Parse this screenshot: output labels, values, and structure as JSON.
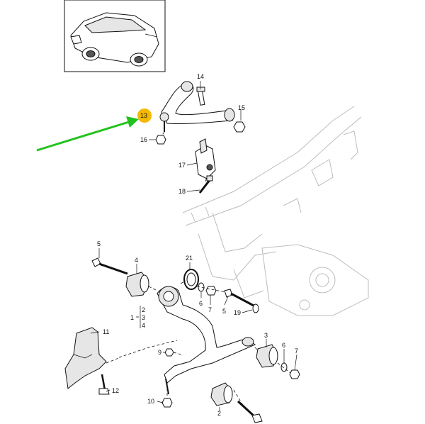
{
  "highlight_color": "#f5b800",
  "arrow_color": "#22c21e",
  "callouts": {
    "c1": "1",
    "c2": "2",
    "c3": "3",
    "c4": "4",
    "c5a": "5",
    "c5b": "5",
    "c6a": "6",
    "c6b": "6",
    "c7": "7",
    "c9": "9",
    "c10": "10",
    "c11": "11",
    "c12": "12",
    "c13": "13",
    "c14": "14",
    "c15": "15",
    "c16": "16",
    "c17": "17",
    "c18": "18",
    "c19": "19",
    "c21": "21"
  },
  "group_bracket": {
    "items": [
      "2",
      "3",
      "4"
    ]
  }
}
